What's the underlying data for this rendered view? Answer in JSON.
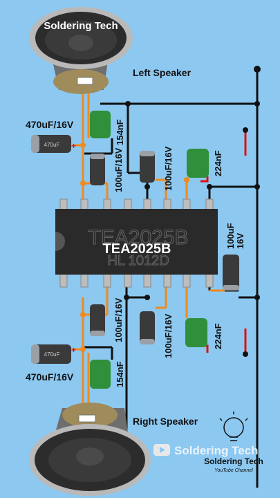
{
  "ic": {
    "label": "TEA2025B",
    "engraving_top": "TEA2025B",
    "engraving_bottom": "HL 1012D"
  },
  "speakers": {
    "left_label": "Left Speaker",
    "right_label": "Right Speaker",
    "cone_text": "Soldering Tech"
  },
  "components": {
    "cap_470_top": "470uF/16V",
    "cap_470_bottom": "470uF/16V",
    "cap_154_top": "154nF",
    "cap_154_bottom": "154nF",
    "cap_100_top_a": "100uF/16V",
    "cap_100_top_b": "100uF/16V",
    "cap_100_bottom_a": "100uF/16V",
    "cap_100_bottom_b": "100uF/16V",
    "cap_224_top": "224nF",
    "cap_224_bottom": "224nF",
    "cap_100_right": "100uF",
    "cap_100_right_v": "16V"
  },
  "watermark": {
    "brand": "Soldering Tech",
    "name": "Soldering Tech",
    "subtitle": "YouTube Channel"
  },
  "colors": {
    "background": "#8cc8f0",
    "wire_black": "#111111",
    "wire_orange": "#f08a1e",
    "wire_red": "#e01010",
    "ic_body": "#2a2a2a",
    "ceramic_cap": "#2f8f3a"
  }
}
